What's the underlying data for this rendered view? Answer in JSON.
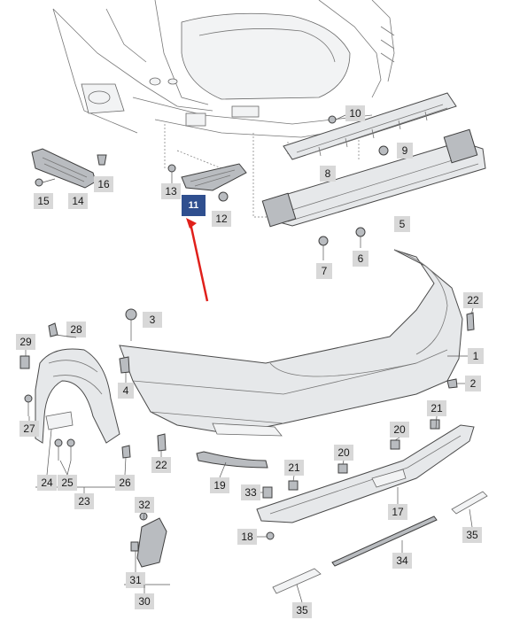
{
  "callouts": {
    "c1": "1",
    "c2": "2",
    "c3": "3",
    "c4": "4",
    "c5": "5",
    "c6": "6",
    "c7": "7",
    "c8": "8",
    "c9": "9",
    "c10": "10",
    "c11": "11",
    "c12": "12",
    "c13": "13",
    "c14": "14",
    "c15": "15",
    "c16": "16",
    "c17": "17",
    "c18": "18",
    "c19": "19",
    "c20a": "20",
    "c20b": "20",
    "c21a": "21",
    "c21b": "21",
    "c22a": "22",
    "c22b": "22",
    "c23": "23",
    "c24": "24",
    "c25": "25",
    "c26": "26",
    "c27": "27",
    "c28": "28",
    "c29": "29",
    "c30": "30",
    "c31": "31",
    "c32": "32",
    "c33": "33",
    "c34": "34",
    "c35a": "35",
    "c35b": "35"
  },
  "colors": {
    "highlight_box": "#2f4f8f",
    "highlight_arrow": "#e0201b",
    "callout_bg": "#d8d8d8"
  }
}
